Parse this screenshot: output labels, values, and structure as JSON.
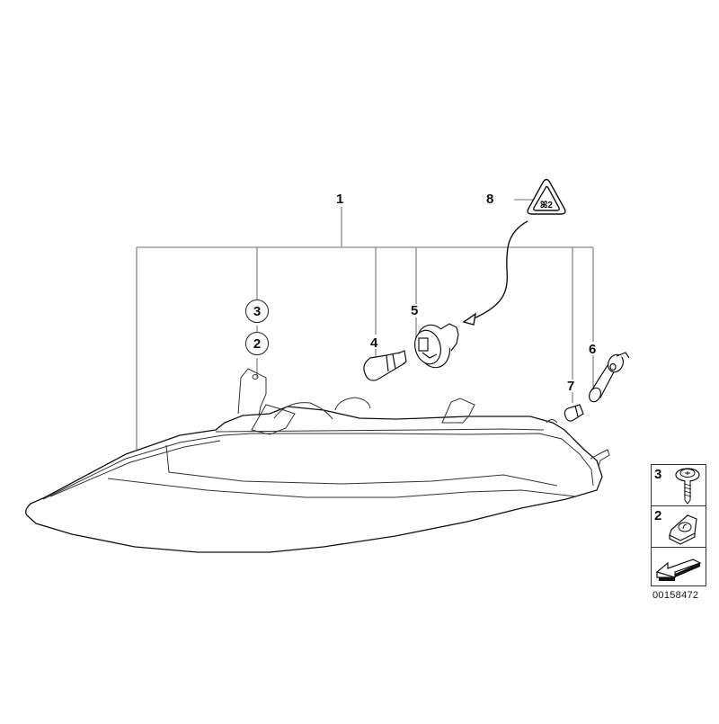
{
  "diagram": {
    "type": "parts-exploded-view",
    "subject": "turn indicator / side lamp assembly",
    "callouts": [
      {
        "id": "1",
        "label": "1",
        "style": "plain"
      },
      {
        "id": "2",
        "label": "2",
        "style": "circled"
      },
      {
        "id": "3",
        "label": "3",
        "style": "circled"
      },
      {
        "id": "4",
        "label": "4",
        "style": "plain",
        "part": "bulb"
      },
      {
        "id": "5",
        "label": "5",
        "style": "plain",
        "part": "bulb socket"
      },
      {
        "id": "6",
        "label": "6",
        "style": "plain",
        "part": "bulb holder"
      },
      {
        "id": "7",
        "label": "7",
        "style": "plain",
        "part": "small wedge bulb"
      },
      {
        "id": "8",
        "label": "8",
        "style": "plain",
        "part": "warning triangle symbol"
      }
    ],
    "legend": {
      "rows": [
        {
          "label": "3",
          "icon": "screw-icon"
        },
        {
          "label": "2",
          "icon": "clip-nut-icon"
        },
        {
          "label": "",
          "icon": "direction-arrow-icon"
        }
      ]
    },
    "caption": "00158472"
  },
  "colors": {
    "line": "#222222",
    "bracket": "#888888",
    "background": "#ffffff"
  }
}
